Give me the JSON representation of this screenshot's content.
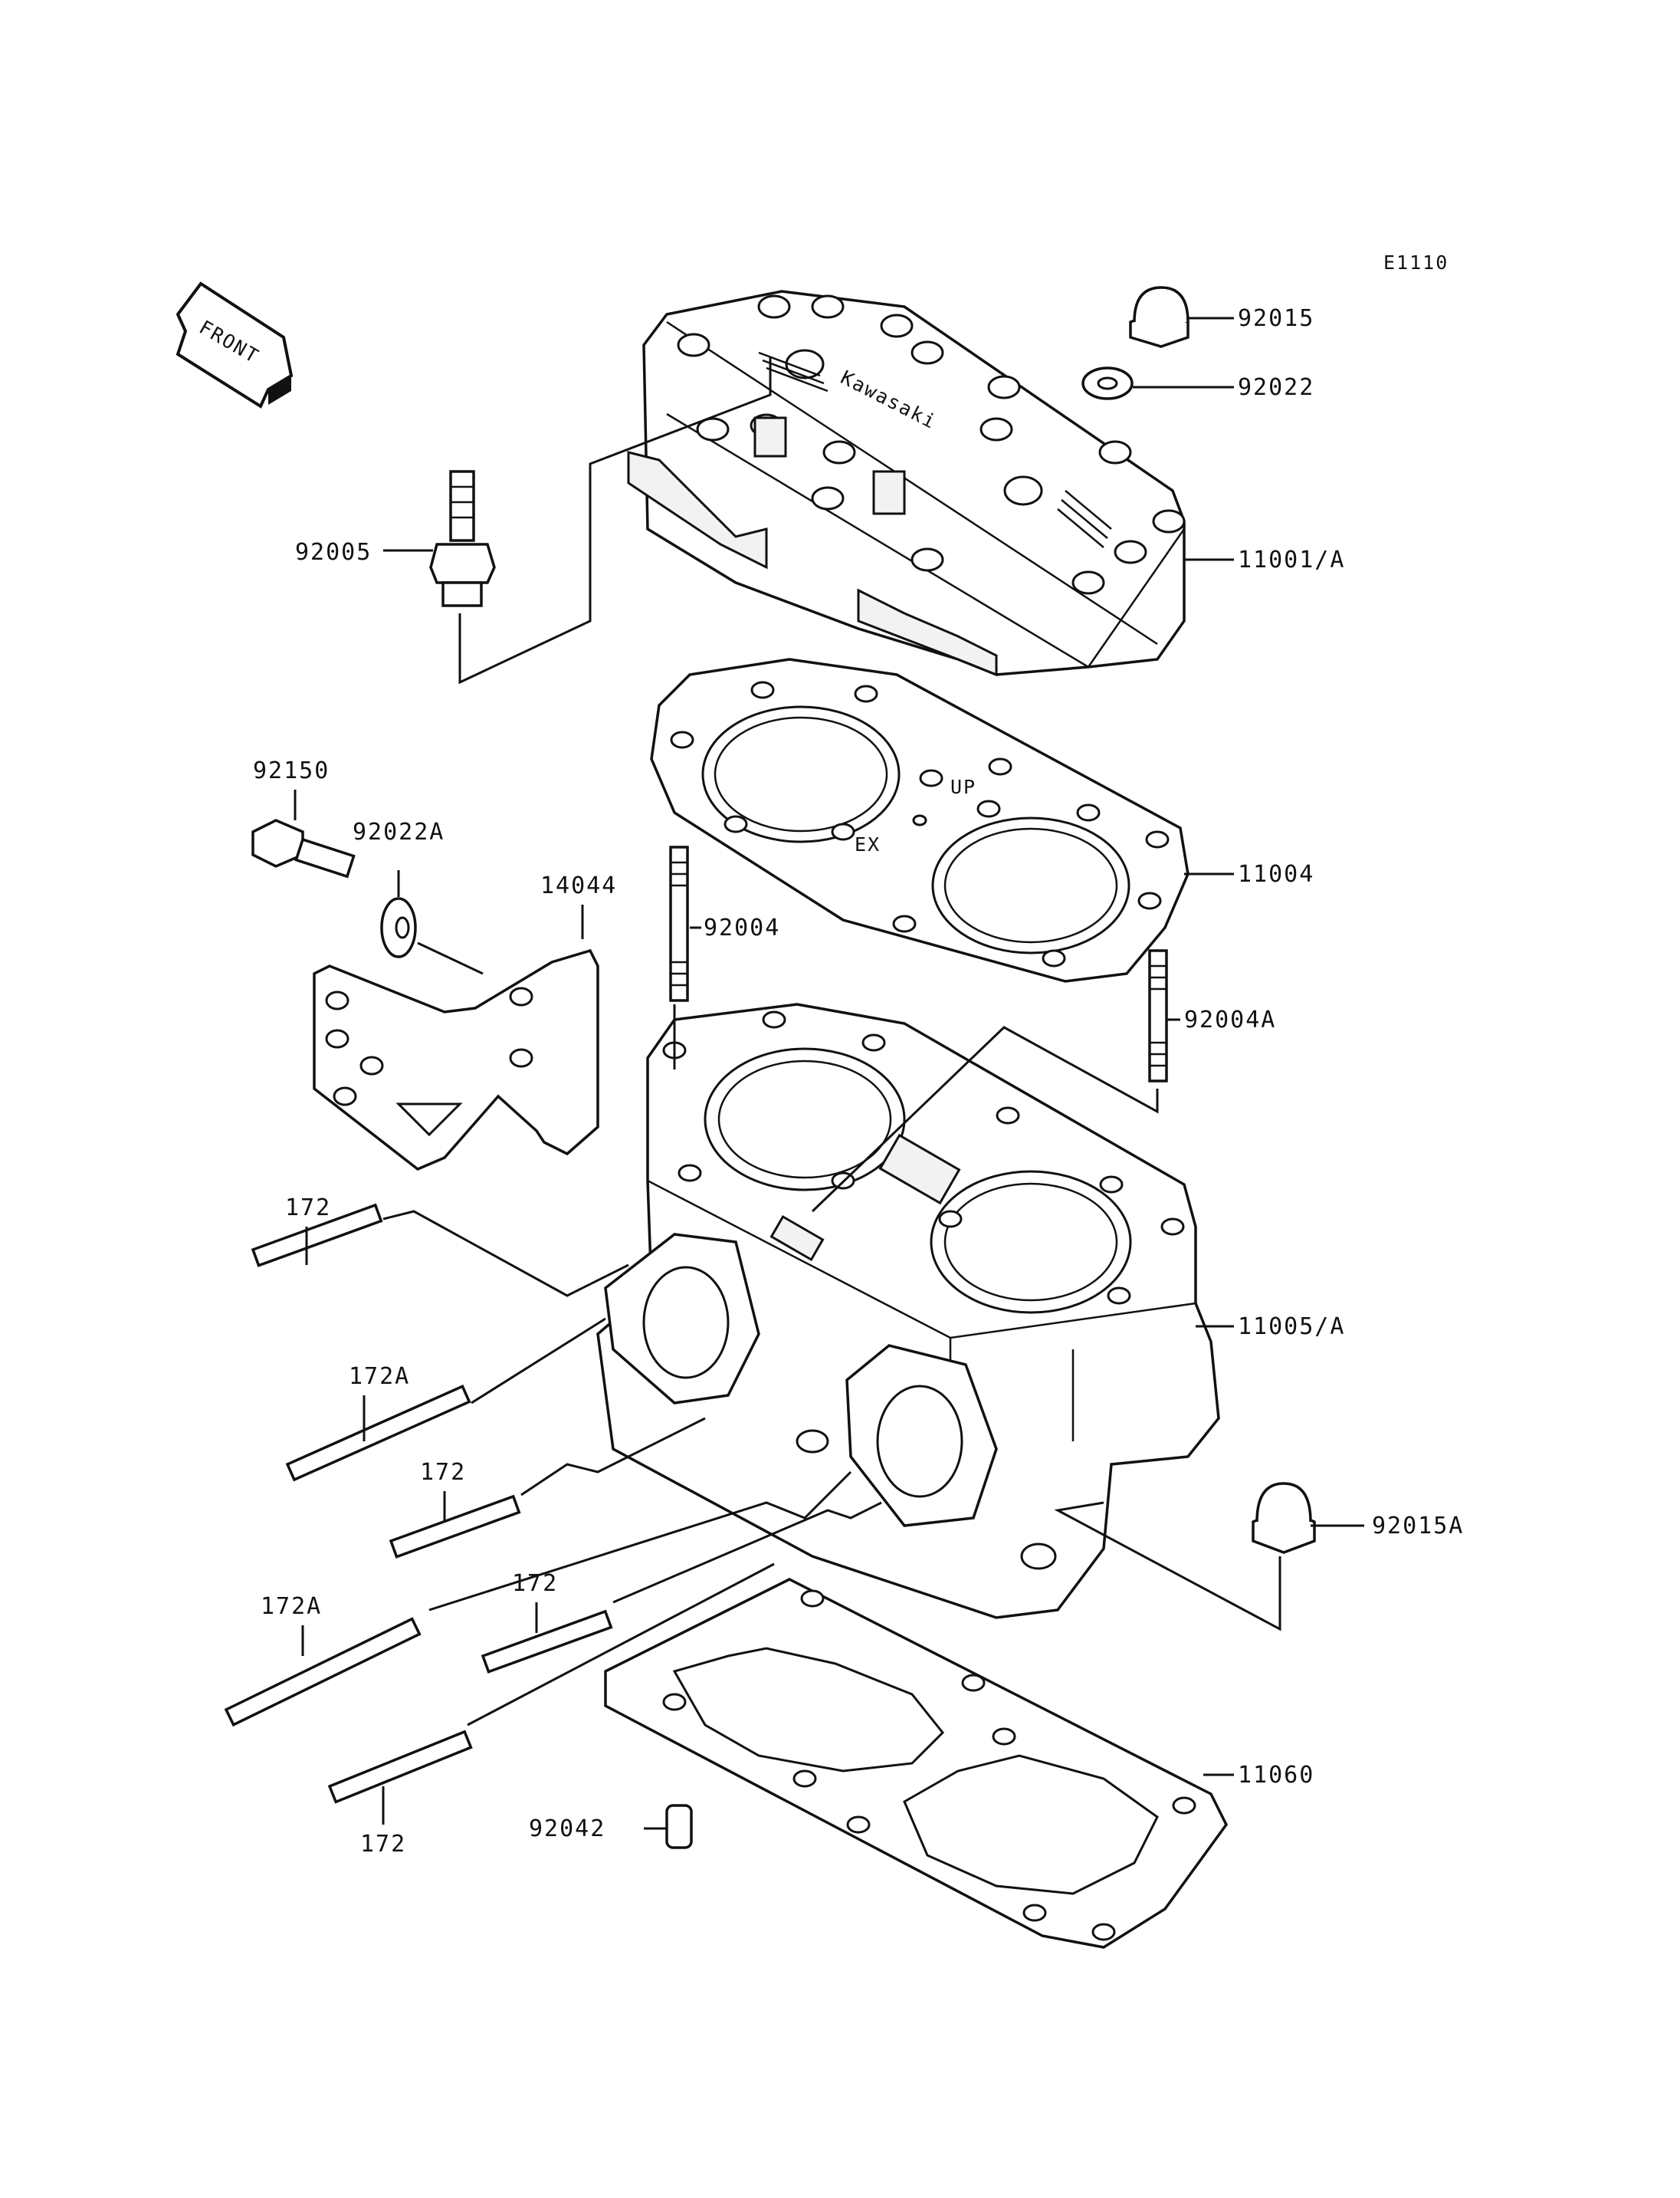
{
  "diagram_code": "E1110",
  "front_label": "FRONT",
  "head_brand": "Kawasaki",
  "gasket_marks": {
    "up": "UP",
    "ex": "EX"
  },
  "labels": {
    "p92015": "92015",
    "p92022": "92022",
    "p92005": "92005",
    "p11001A": "11001/A",
    "p92150": "92150",
    "p92022A": "92022A",
    "p14044": "14044",
    "p92004": "92004",
    "p11004": "11004",
    "p92004A": "92004A",
    "p172a": "172",
    "p172Aa": "172A",
    "p172b": "172",
    "p11005A": "11005/A",
    "p92015A": "92015A",
    "p172Ab": "172A",
    "p172c": "172",
    "p11060": "11060",
    "p92042": "92042",
    "p172d": "172"
  }
}
